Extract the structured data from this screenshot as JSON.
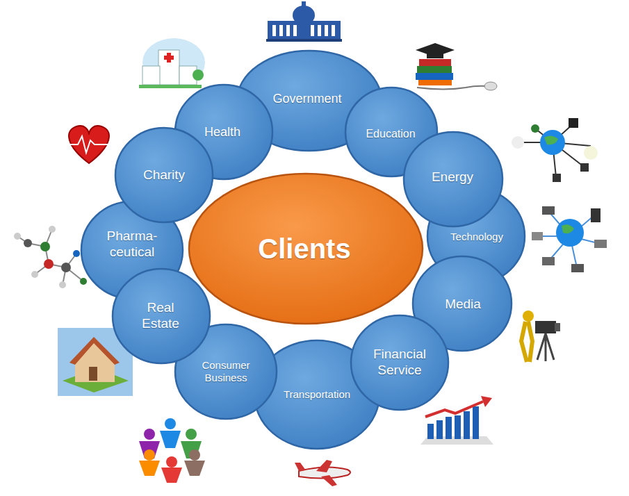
{
  "diagram": {
    "nodes": [
      {
        "text": [
          "Government"
        ]
      },
      {
        "text": [
          "Health"
        ]
      },
      {
        "text": [
          "Education"
        ]
      },
      {
        "text": [
          "Charity"
        ]
      },
      {
        "text": [
          "Energy"
        ]
      },
      {
        "text": [
          "Technology"
        ]
      },
      {
        "text": [
          "Pharma- ceutical"
        ]
      },
      {
        "text": [
          "Clients"
        ]
      },
      {
        "text": [
          "Media"
        ]
      },
      {
        "text": [
          "Real Estate"
        ]
      },
      {
        "text": [
          "Financial Service"
        ]
      },
      {
        "text": [
          "Consumer Business"
        ]
      },
      {
        "text": [
          "Transportation"
        ]
      }
    ]
  }
}
